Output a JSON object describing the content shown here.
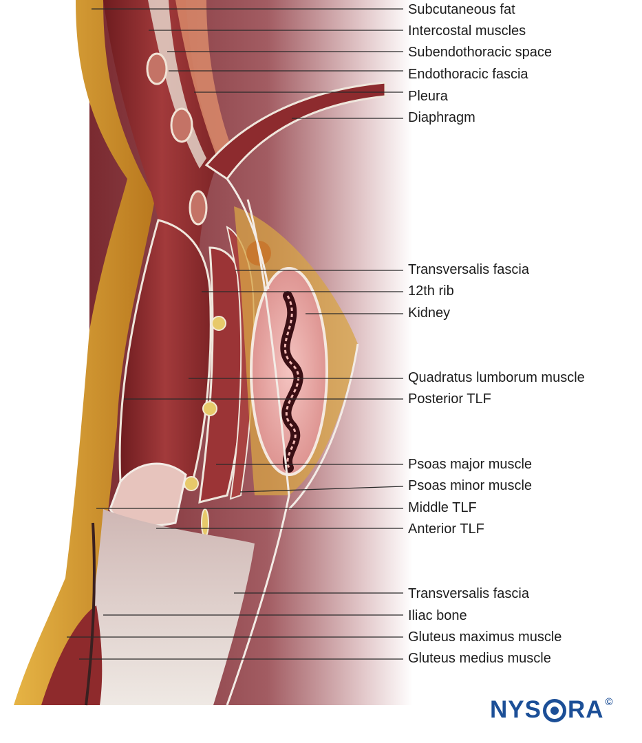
{
  "labels": [
    "Subcutaneous fat",
    "Intercostal muscles",
    "Subendothoracic space",
    "Endothoracic fascia",
    "Pleura",
    "Diaphragm",
    "Transversalis fascia",
    "12th rib",
    "Kidney",
    "Quadratus lumborum muscle",
    "Posterior TLF",
    "Psoas major muscle",
    "Psoas minor muscle",
    "Middle TLF",
    "Anterior TLF",
    "Transversalis fascia",
    "Iliac bone",
    "Gluteus maximus muscle",
    "Gluteus medius muscle"
  ],
  "logo": {
    "part1": "NYS",
    "part2": "RA",
    "copyright": "©"
  },
  "colors": {
    "muscle": "#8e2a2c",
    "fat": "#d9a233",
    "background_tissue": "#a45e64",
    "fascia": "#efe6dc",
    "kidney": "#e9a6a2",
    "logo_blue": "#1c4f97"
  }
}
